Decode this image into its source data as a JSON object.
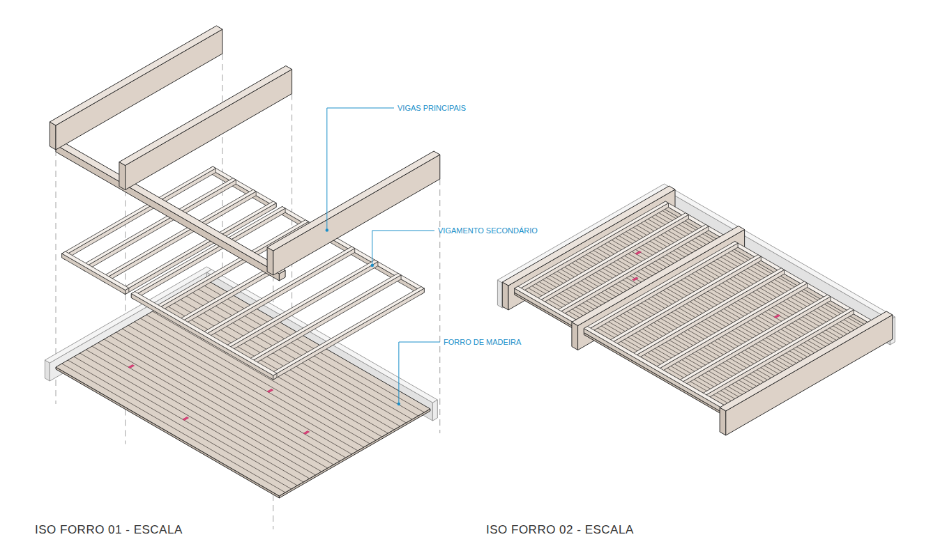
{
  "diagram": {
    "labels": [
      "VIGAS PRINCIPAIS",
      "VIGAMENTO SECONDÁRIO",
      "FORRO DE MADEIRA",
      "ISO FORRO 01 - ESCALA",
      "ISO FORRO 02 - ESCALA"
    ]
  }
}
